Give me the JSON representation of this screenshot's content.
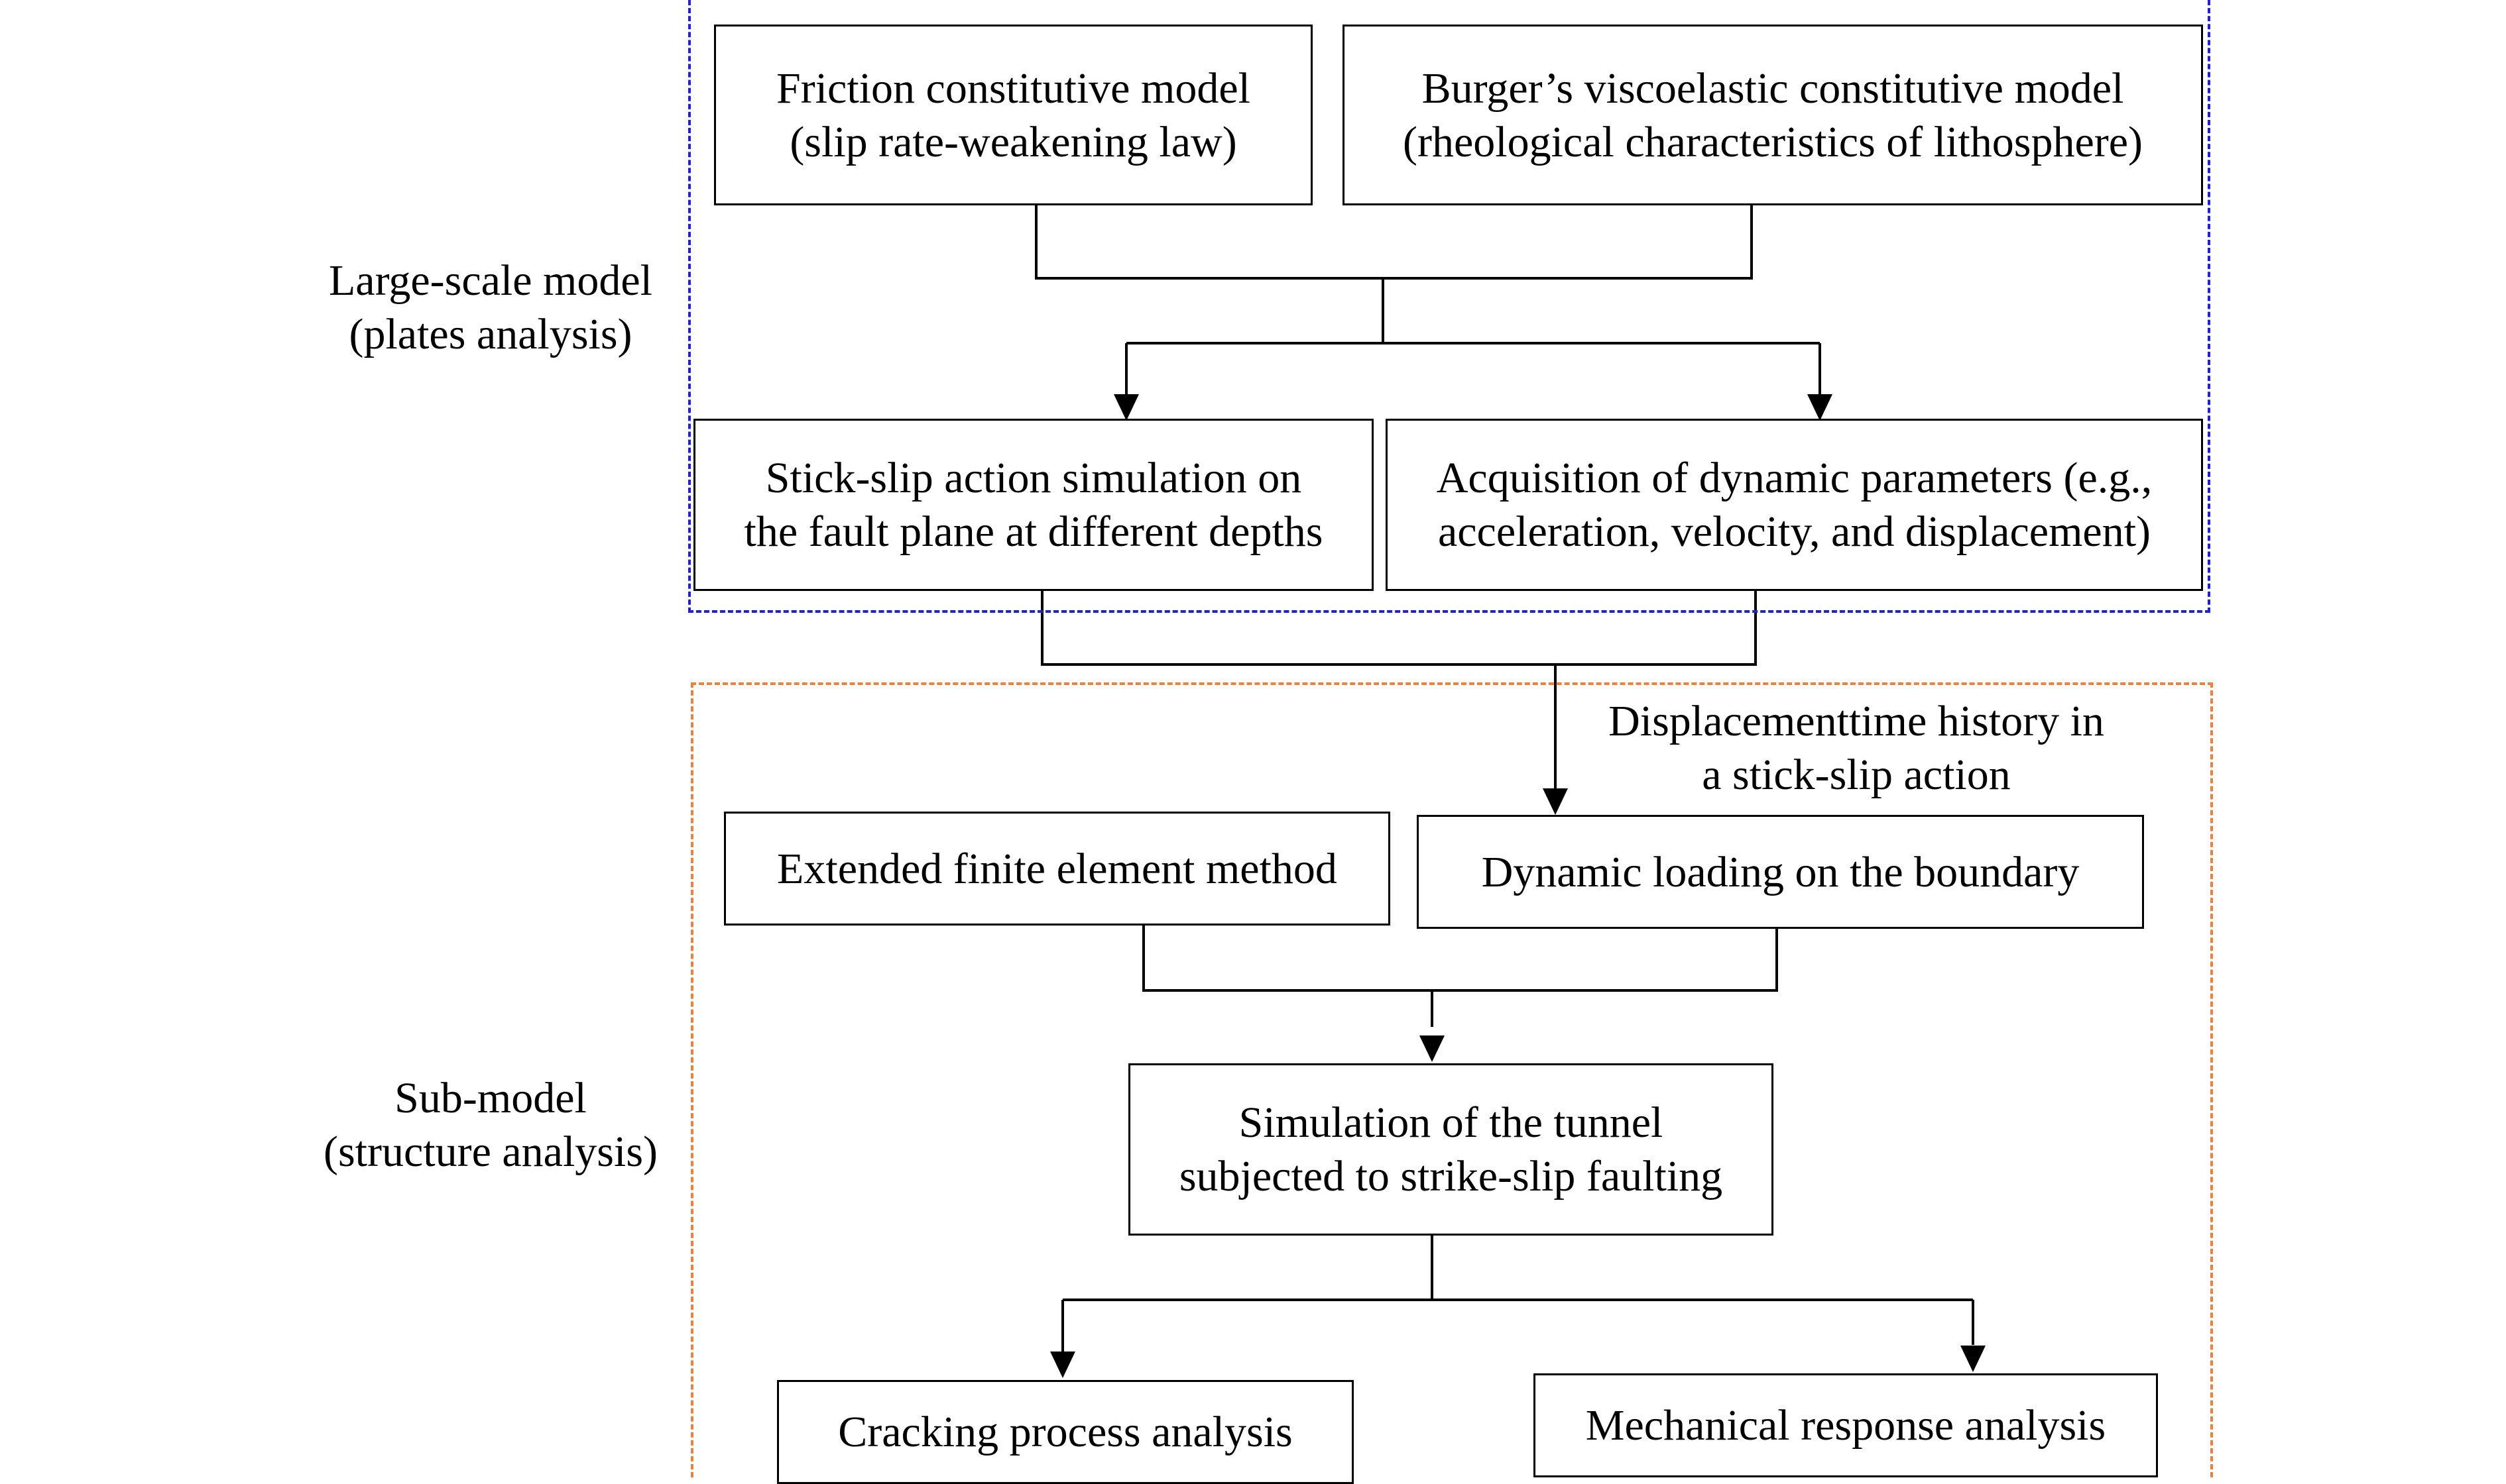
{
  "colors": {
    "large_scale_border": "#1f1fe0",
    "sub_model_border": "#e8823c",
    "line": "#000000"
  },
  "regions": {
    "large_scale": {
      "label_line1": "Large-scale model",
      "label_line2": "(plates analysis)"
    },
    "sub_model": {
      "label_line1": "Sub-model",
      "label_line2": "(structure analysis)"
    }
  },
  "boxes": {
    "friction": {
      "line1": "Friction constitutive model",
      "line2": "(slip rate-weakening law)"
    },
    "burger": {
      "line1": "Burger’s viscoelastic constitutive model",
      "line2": "(rheological characteristics of lithosphere)"
    },
    "stick_slip": {
      "line1": "Stick-slip action simulation on",
      "line2": "the fault plane at different depths"
    },
    "acquisition": {
      "line1": "Acquisition of dynamic parameters (e.g.,",
      "line2": "acceleration, velocity, and displacement)"
    },
    "xfem": {
      "line1": "Extended finite element method"
    },
    "dynamic_loading": {
      "line1": "Dynamic loading on the boundary"
    },
    "tunnel_sim": {
      "line1": "Simulation of the tunnel",
      "line2": "subjected to strike-slip faulting"
    },
    "cracking": {
      "line1": "Cracking process analysis"
    },
    "mechanical": {
      "line1": "Mechanical response analysis"
    }
  },
  "annotations": {
    "displacement_history": {
      "line1": "Displacementtime history in",
      "line2": "a stick-slip action"
    }
  }
}
